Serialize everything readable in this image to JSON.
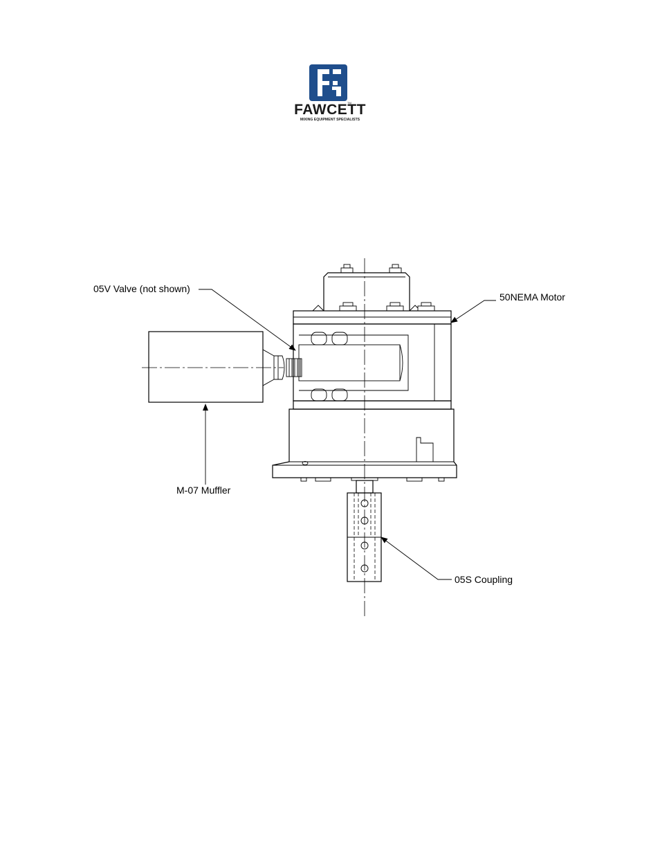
{
  "logo": {
    "brand": "FAWCETT",
    "tagline": "MIXING EQUIPMENT SPECIALISTS",
    "trademark": "TM",
    "color": "#1f4e8c"
  },
  "callouts": {
    "valve": "05V Valve (not shown)",
    "motor": "50NEMA  Motor",
    "muffler": "M-07 Muffler",
    "coupling": "05S Coupling"
  }
}
